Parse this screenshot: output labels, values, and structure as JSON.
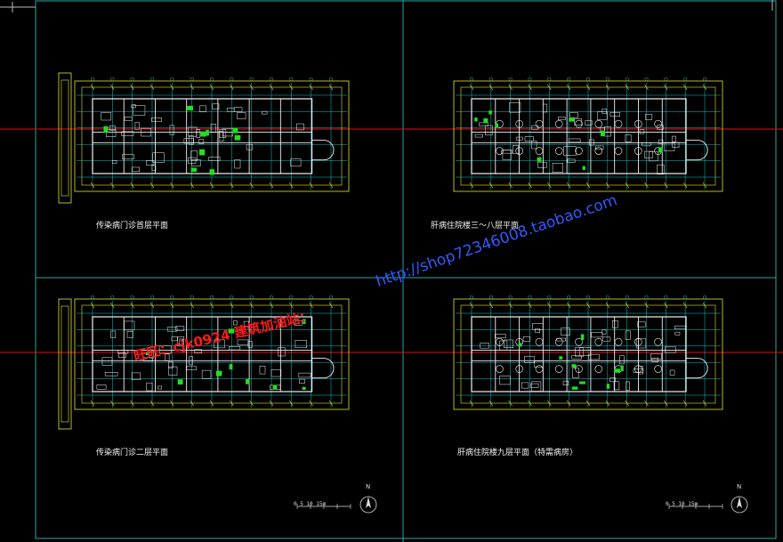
{
  "drawing": {
    "titles": {
      "plan_a": "传染病门诊首层平面",
      "plan_b": "肝病住院楼三～八层平面",
      "plan_c": "传染病门诊二层平面",
      "plan_d": "肝病住院楼九层平面（特需病房）"
    },
    "watermarks": {
      "red": "旺旺：cjk0924 建筑加油站：",
      "blue": "http://shop72346008.taobao.com"
    },
    "scale_bar": "0  5  10  15m",
    "north_label": "N",
    "colors": {
      "background": "#000000",
      "frame": "#2fa4a4",
      "axis_line": "#e01010",
      "grid": "#19c4c4",
      "dims": "#e6e62a",
      "walls": "#f2f2f2",
      "accent": "#20e020"
    }
  }
}
